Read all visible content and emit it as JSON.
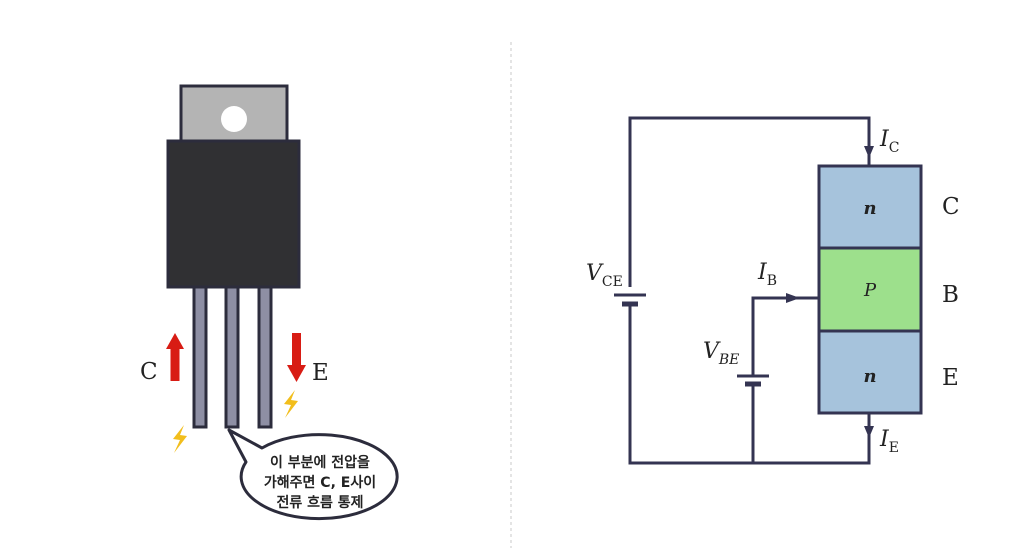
{
  "transistor": {
    "pin_labels": {
      "collector": "C",
      "emitter": "E"
    },
    "callout_lines": [
      "이 부분에 전압을",
      "가해주면 C, E사이",
      "전류 흐름 통제"
    ],
    "colors": {
      "tab": "#b4b4b4",
      "body": "#303033",
      "pin": "#8e8fa4",
      "arrow": "#d81c14",
      "spark": "#f2be1c"
    }
  },
  "circuit": {
    "layers": [
      {
        "label": "n",
        "terminal": "C",
        "color": "#a6c3dc"
      },
      {
        "label": "P",
        "terminal": "B",
        "color": "#9de08c"
      },
      {
        "label": "n",
        "terminal": "E",
        "color": "#a6c3dc"
      }
    ],
    "currents": {
      "ic": {
        "main": "I",
        "sub": "C"
      },
      "ib": {
        "main": "I",
        "sub": "B"
      },
      "ie": {
        "main": "I",
        "sub": "E"
      }
    },
    "sources": {
      "vce": {
        "main": "V",
        "sub": "CE"
      },
      "vbe": {
        "main": "V",
        "sub": "BE"
      }
    },
    "wire_color": "#343452"
  }
}
